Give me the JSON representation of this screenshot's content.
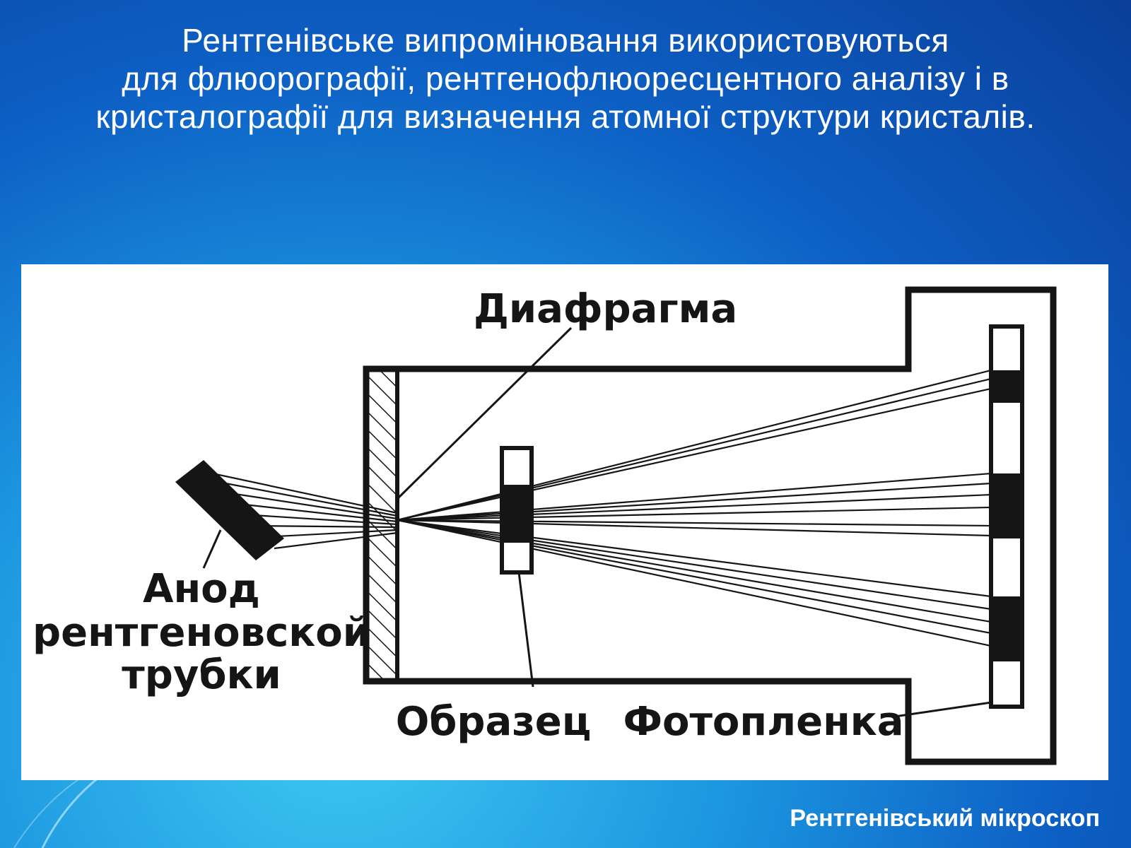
{
  "slide": {
    "title_lines": [
      "Рентгенівське випромінювання використовуються",
      "для флюорографії, рентгенофлюоресцентного аналізу і в",
      "кристалографії для визначення атомної структури кристалів."
    ],
    "caption": "Рентгенівський мікроскоп"
  },
  "diagram": {
    "labels": {
      "diaphragm": "Диафрагма",
      "anode_line1": "Анод",
      "anode_line2": "рентгеновской",
      "anode_line3": "трубки",
      "sample": "Образец",
      "film": "Фотопленка"
    }
  }
}
